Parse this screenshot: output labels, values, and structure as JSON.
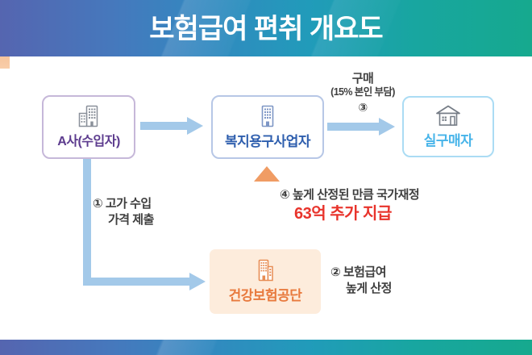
{
  "banner": {
    "title": "보험급여 편취 개요도"
  },
  "nodes": {
    "importer": {
      "label": "A사(수입자)",
      "icon": "buildings-icon",
      "accent": "#5c3b8e",
      "border": "#c6b8d9"
    },
    "vendor": {
      "label": "복지용구사업자",
      "icon": "office-building-icon",
      "accent": "#2f5fae",
      "border": "#b7c7e6"
    },
    "buyer": {
      "label": "실구매자",
      "icon": "house-icon",
      "accent": "#47b4e9",
      "border": "#abdcf4"
    },
    "nhis": {
      "label": "건강보험공단",
      "icon": "office-building-icon",
      "accent": "#e87a3e",
      "background": "#fdecdc"
    }
  },
  "annotations": {
    "step1": {
      "line1": "① 고가 수입",
      "line2": "가격 제출"
    },
    "step2": {
      "line1": "② 보험급여",
      "line2": "높게 산정"
    },
    "step3": {
      "line1": "구매",
      "line2": "(15% 본인 부담)",
      "number": "③"
    },
    "step4": {
      "line1": "④ 높게 산정된 만큼 국가재정",
      "highlight": "63억 추가 지급"
    }
  },
  "colors": {
    "banner_gradient_left": "#5565b0",
    "banner_gradient_mid": "#2a92bb",
    "banner_gradient_right": "#16a98e",
    "blue_arrow": "#a3c9e9",
    "orange_arrow": "#f09c64",
    "highlight_red": "#e8332b",
    "text_dark": "#3f3f3f"
  }
}
